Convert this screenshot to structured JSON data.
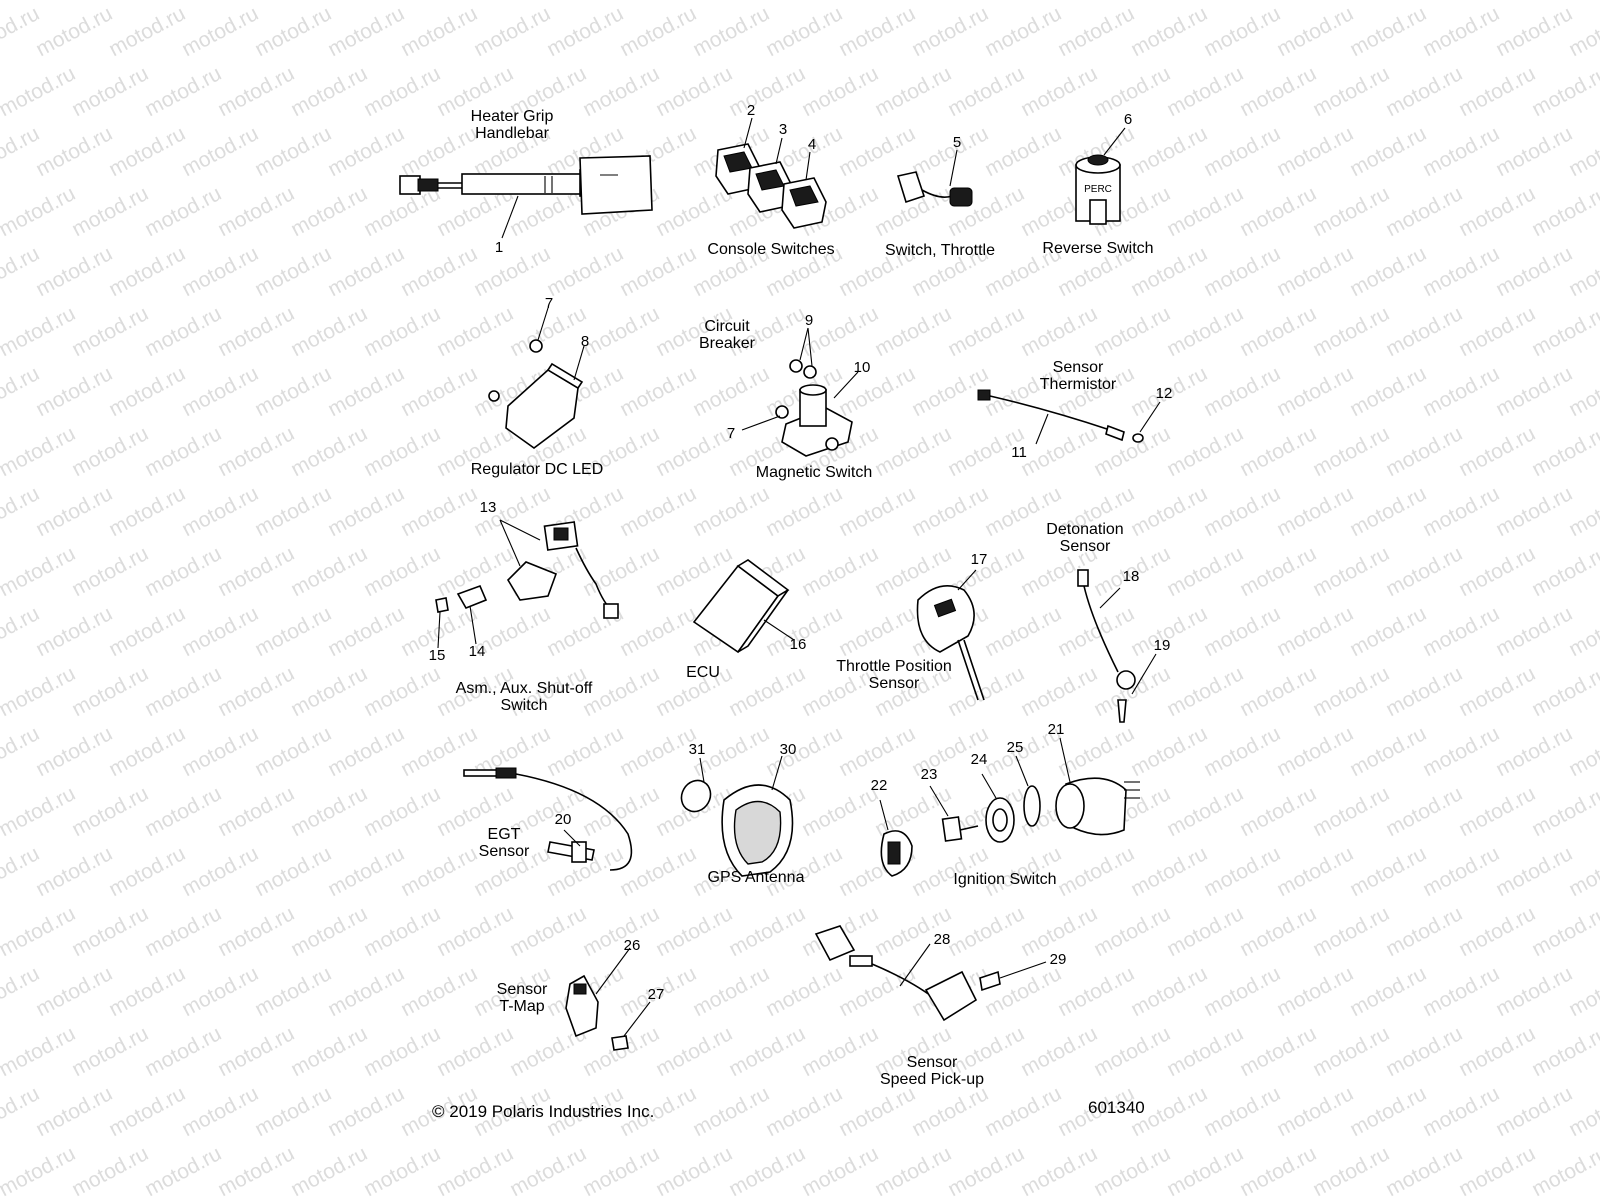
{
  "watermark_text": "motod.ru",
  "groups": {
    "heater_grip": {
      "line1": "Heater Grip",
      "line2": "Handlebar"
    },
    "console_switches": "Console Switches",
    "switch_throttle": "Switch, Throttle",
    "reverse_switch": "Reverse Switch",
    "reverse_switch_marking": "PERC",
    "circuit_breaker": {
      "line1": "Circuit",
      "line2": "Breaker"
    },
    "sensor_thermistor": {
      "line1": "Sensor",
      "line2": "Thermistor"
    },
    "regulator": "Regulator DC LED",
    "magnetic_switch": "Magnetic Switch",
    "detonation_sensor": {
      "line1": "Detonation",
      "line2": "Sensor"
    },
    "aux_shutoff": {
      "line1": "Asm., Aux. Shut-off",
      "line2": "Switch"
    },
    "ecu": "ECU",
    "tps": {
      "line1": "Throttle Position",
      "line2": "Sensor"
    },
    "egt_sensor": {
      "line1": "EGT",
      "line2": "Sensor"
    },
    "gps_antenna": "GPS Antenna",
    "ignition_switch": "Ignition Switch",
    "tmap_sensor": {
      "line1": "Sensor",
      "line2": "T-Map"
    },
    "speed_pickup": {
      "line1": "Sensor",
      "line2": "Speed Pick-up"
    }
  },
  "callouts": {
    "c1": "1",
    "c2": "2",
    "c3": "3",
    "c4": "4",
    "c5": "5",
    "c6": "6",
    "c7a": "7",
    "c7b": "7",
    "c8": "8",
    "c9": "9",
    "c10": "10",
    "c11": "11",
    "c12": "12",
    "c13": "13",
    "c14": "14",
    "c15": "15",
    "c16": "16",
    "c17": "17",
    "c18": "18",
    "c19": "19",
    "c20": "20",
    "c21": "21",
    "c22": "22",
    "c23": "23",
    "c24": "24",
    "c25": "25",
    "c26": "26",
    "c27": "27",
    "c28": "28",
    "c29": "29",
    "c30": "30",
    "c31": "31"
  },
  "footer": {
    "copyright": "© 2019 Polaris Industries Inc.",
    "figure_number": "601340"
  }
}
